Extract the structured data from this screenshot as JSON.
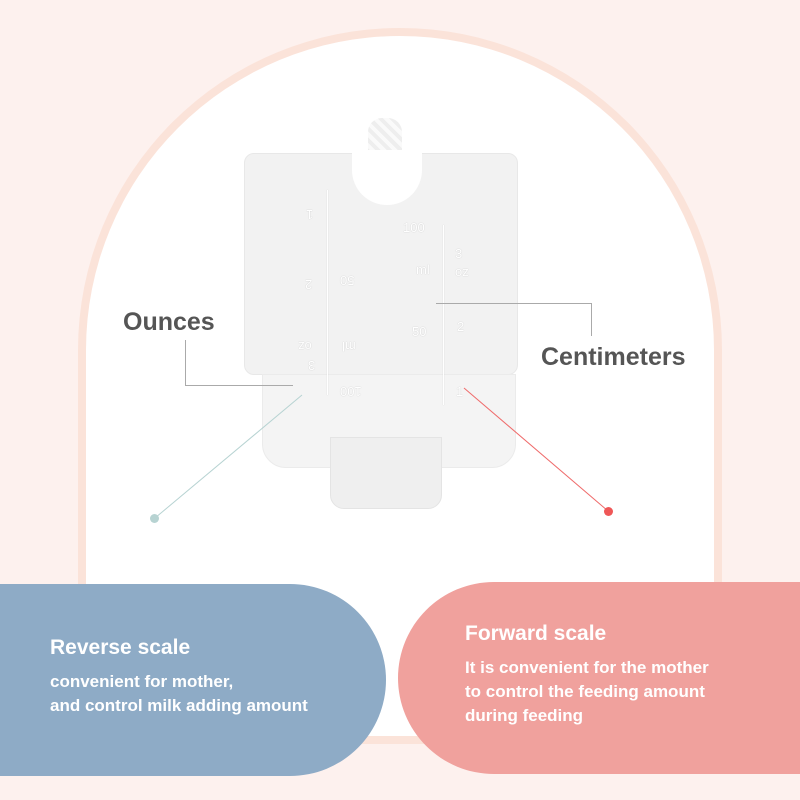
{
  "callouts": {
    "ounces": "Ounces",
    "centimeters": "Centimeters"
  },
  "bottle": {
    "left_scale": [
      "1",
      "2",
      "50",
      "oz",
      "ml",
      "3",
      "100"
    ],
    "right_scale": [
      "100",
      "3",
      "ml",
      "oz",
      "50",
      "2",
      "1"
    ]
  },
  "reverse": {
    "title": "Reverse scale",
    "lines": [
      "convenient for mother,",
      "and control milk adding amount"
    ]
  },
  "forward": {
    "title": "Forward  scale",
    "lines": [
      "It is convenient for the mother",
      "to control the feeding amount",
      "during feeding"
    ]
  },
  "colors": {
    "blue": "#8eabc6",
    "pink": "#f0a19d",
    "background": "#fdf1ee"
  }
}
